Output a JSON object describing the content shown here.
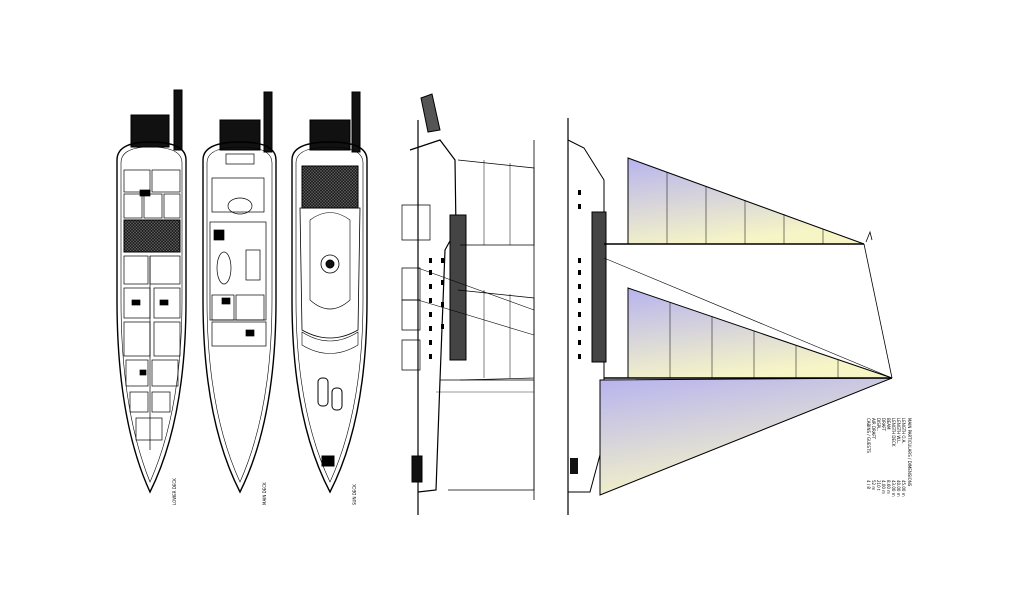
{
  "drawing": {
    "plans": [
      {
        "id": "lower-deck",
        "label": "LOWER DECK"
      },
      {
        "id": "main-deck",
        "label": "MAIN DECK"
      },
      {
        "id": "sun-deck",
        "label": "SUN DECK"
      }
    ],
    "profiles": [
      {
        "id": "side-profile",
        "label": ""
      },
      {
        "id": "sail-plan",
        "label": ""
      }
    ],
    "specifications": {
      "title": "MAIN PARTICULARS / DIMENSIONS",
      "rows": [
        {
          "label": "LENGTH O.A.",
          "value": "45.00 m"
        },
        {
          "label": "LENGTH W.L.",
          "value": "40.00 m"
        },
        {
          "label": "LENGTH DECK",
          "value": "43.00 m"
        },
        {
          "label": "BEAM",
          "value": "8.60 m"
        },
        {
          "label": "DRAFT",
          "value": "4.00 m"
        },
        {
          "label": "DISPL.",
          "value": "210 t"
        },
        {
          "label": "AIR DRAFT",
          "value": "52 m"
        },
        {
          "label": "CABINS / GUESTS",
          "value": "4 / 8"
        }
      ]
    },
    "colors": {
      "line": "#000000",
      "sail_blue": "#b7b3ef",
      "sail_yellow": "#f6f5c6",
      "dark_fill": "#1a1a1a",
      "hull_bg": "#ffffff"
    }
  }
}
